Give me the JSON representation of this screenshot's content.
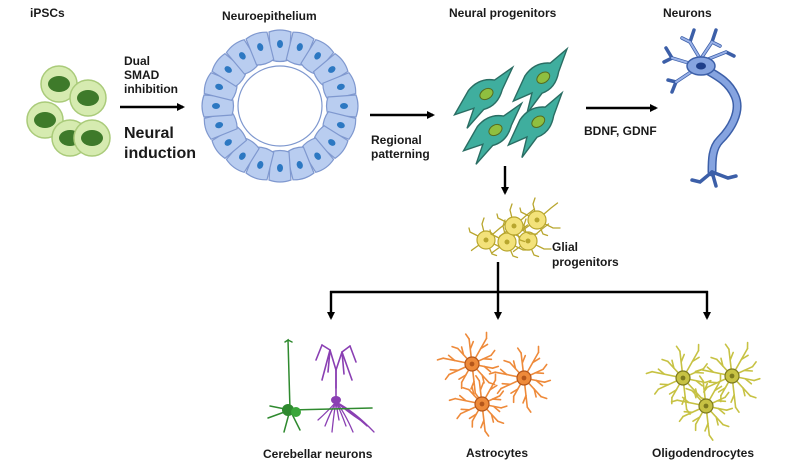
{
  "stages": {
    "ipscs": "iPSCs",
    "neuroepithelium": "Neuroepithelium",
    "neural_progenitors": "Neural progenitors",
    "neurons": "Neurons"
  },
  "steps": {
    "dual_smad": [
      "Dual",
      "SMAD",
      "inhibition"
    ],
    "neural_induction": [
      "Neural",
      "induction"
    ],
    "regional_patterning": [
      "Regional",
      "patterning"
    ],
    "growth_factors": "BDNF, GDNF"
  },
  "glial": [
    "Glial",
    "progenitors"
  ],
  "outputs": {
    "cerebellar": "Cerebellar neurons",
    "astrocytes": "Astrocytes",
    "oligodendrocytes": "Oligodendrocytes"
  },
  "colors": {
    "ipsc_fill": "#d6ebb0",
    "ipsc_nucleus": "#3e7a2a",
    "epith_fill": "#b9cdf0",
    "epith_nucleus": "#2c78c2",
    "progenitor_fill": "#3fae9e",
    "progenitor_nucleus": "#8fbf3f",
    "neuron_fill": "#7b9ad8",
    "glial_fill": "#f3e27a",
    "astro": "#ee8a3a",
    "oligo": "#c7c243",
    "purkinje": "#8a3fb3",
    "granule": "#2f8a2f"
  }
}
